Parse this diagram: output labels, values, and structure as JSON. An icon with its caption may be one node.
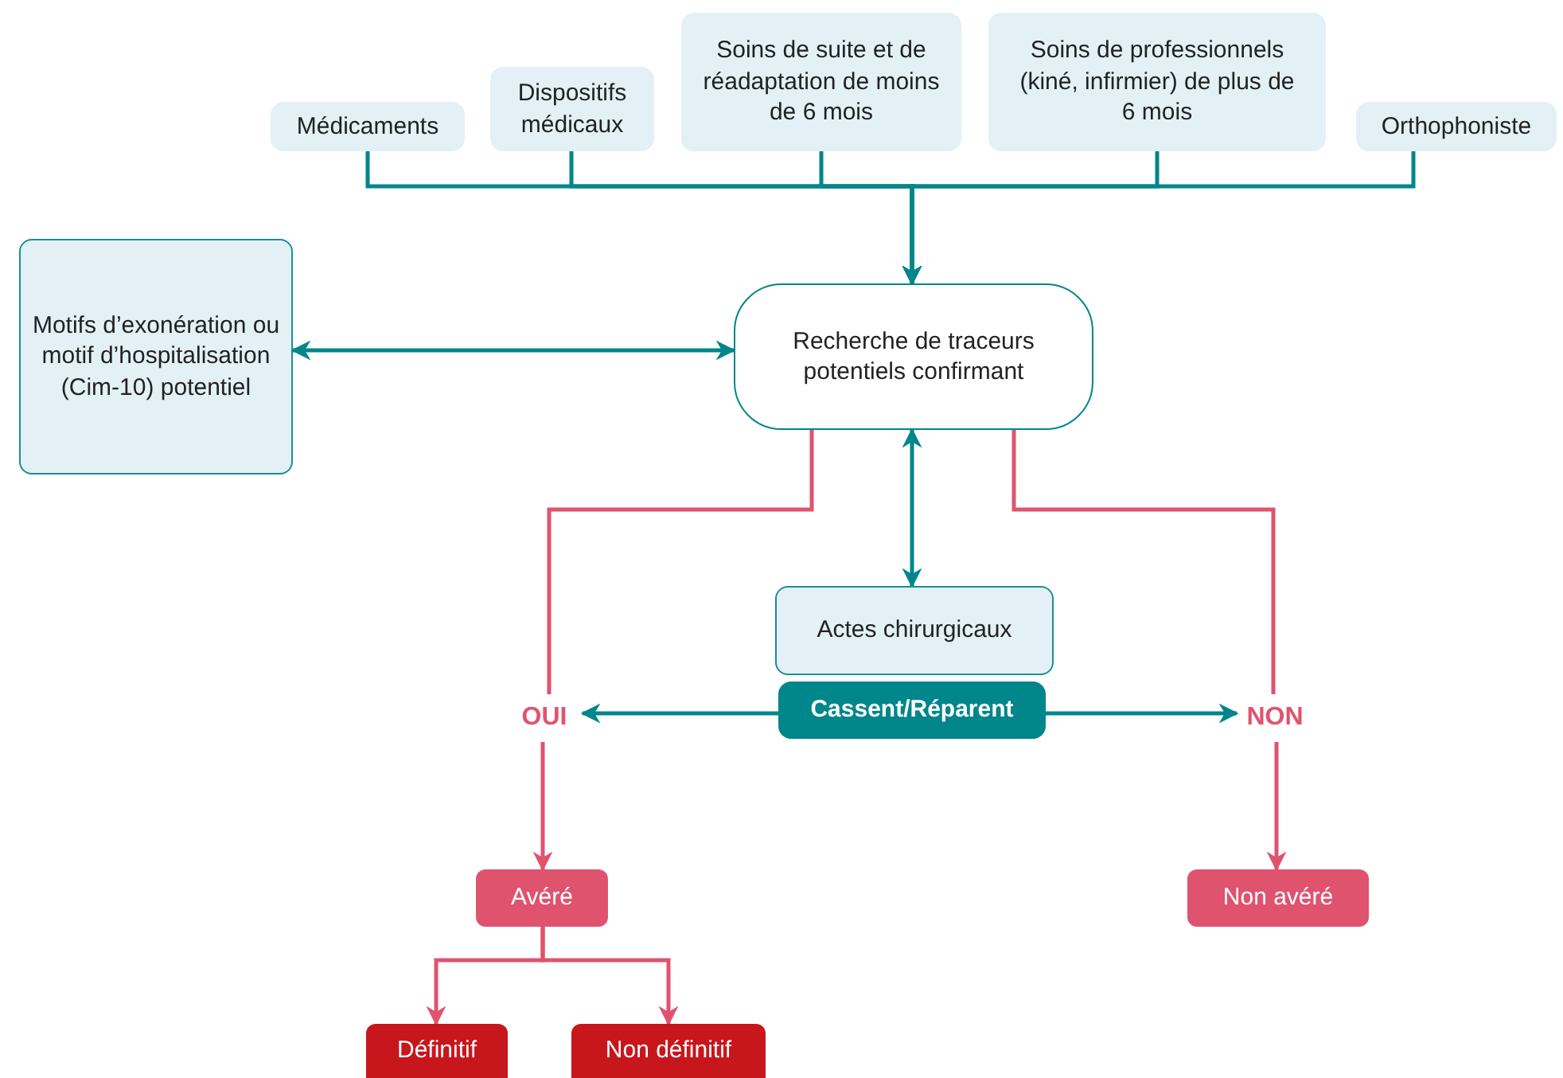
{
  "diagram": {
    "nodes": [
      {
        "text": [
          "Médicaments"
        ]
      },
      {
        "text": [
          "Dispositifs médicaux"
        ]
      },
      {
        "text": [
          "Soins de suite et de réadaptation de moins de 6 mois"
        ]
      },
      {
        "text": [
          "Soins de professionnels (kiné, infirmier) de plus de 6 mois"
        ]
      },
      {
        "text": [
          "Orthophoniste"
        ]
      },
      {
        "text": [
          "Motifs d’exonération ou motif d’hospitalisation (Cim-10) potentiel"
        ]
      },
      {
        "text": [
          "Recherche de traceurs potentiels confirmant"
        ]
      },
      {
        "text": [
          "Actes chirurgicaux"
        ]
      },
      {
        "text": [
          "Cassent/Réparent"
        ]
      },
      {
        "text": [
          "OUI"
        ]
      },
      {
        "text": [
          "NON"
        ]
      },
      {
        "text": [
          "Avéré"
        ]
      },
      {
        "text": [
          "Non avéré"
        ]
      },
      {
        "text": [
          "Définitif"
        ]
      },
      {
        "text": [
          "Non définitif"
        ]
      }
    ],
    "edges": [
      {
        "from": 0,
        "to": 6,
        "arrow": "to"
      },
      {
        "from": 1,
        "to": 6,
        "arrow": "to"
      },
      {
        "from": 2,
        "to": 6,
        "arrow": "to"
      },
      {
        "from": 3,
        "to": 6,
        "arrow": "to"
      },
      {
        "from": 4,
        "to": 6,
        "arrow": "to"
      },
      {
        "from": 5,
        "to": 6,
        "arrow": "both"
      },
      {
        "from": 6,
        "to": 7,
        "arrow": "both"
      },
      {
        "from": 6,
        "to": 9,
        "arrow": "none",
        "color": "#e0536f"
      },
      {
        "from": 6,
        "to": 10,
        "arrow": "none",
        "color": "#e0536f"
      },
      {
        "from": 8,
        "to": 9,
        "arrow": "to"
      },
      {
        "from": 8,
        "to": 10,
        "arrow": "to"
      },
      {
        "from": 9,
        "to": 11,
        "arrow": "to",
        "color": "#e0536f"
      },
      {
        "from": 10,
        "to": 12,
        "arrow": "to",
        "color": "#e0536f"
      },
      {
        "from": 11,
        "to": 13,
        "arrow": "to",
        "color": "#e0536f"
      },
      {
        "from": 11,
        "to": 14,
        "arrow": "to",
        "color": "#e0536f"
      }
    ]
  }
}
